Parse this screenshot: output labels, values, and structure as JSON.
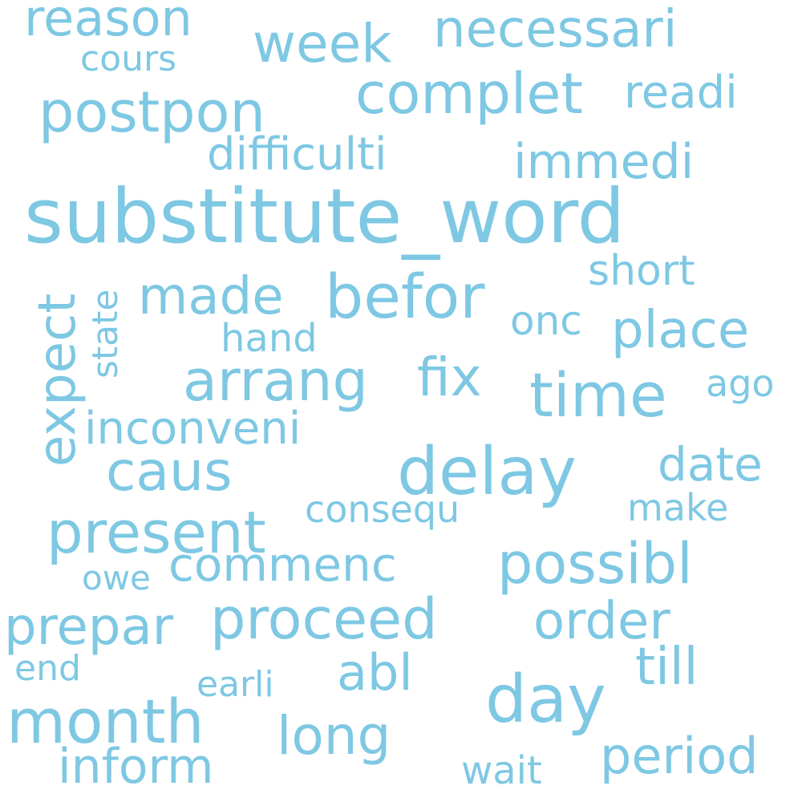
{
  "colors": {
    "background": "#ffffff",
    "word": "#7ec8e3"
  },
  "words": [
    "substitute_word",
    "delay",
    "befor",
    "time",
    "day",
    "month",
    "present",
    "arrang",
    "expect",
    "possibl",
    "postpon",
    "complet",
    "proceed",
    "made",
    "caus",
    "place",
    "week",
    "necessari",
    "reason",
    "prepar",
    "order",
    "period",
    "long",
    "till",
    "inform",
    "fix",
    "date",
    "commenc",
    "abl",
    "immedi",
    "readi",
    "difficulti",
    "inconveni",
    "short",
    "onc",
    "hand",
    "ago",
    "state",
    "consequ",
    "make",
    "cours",
    "owe",
    "end",
    "earli",
    "wait"
  ]
}
